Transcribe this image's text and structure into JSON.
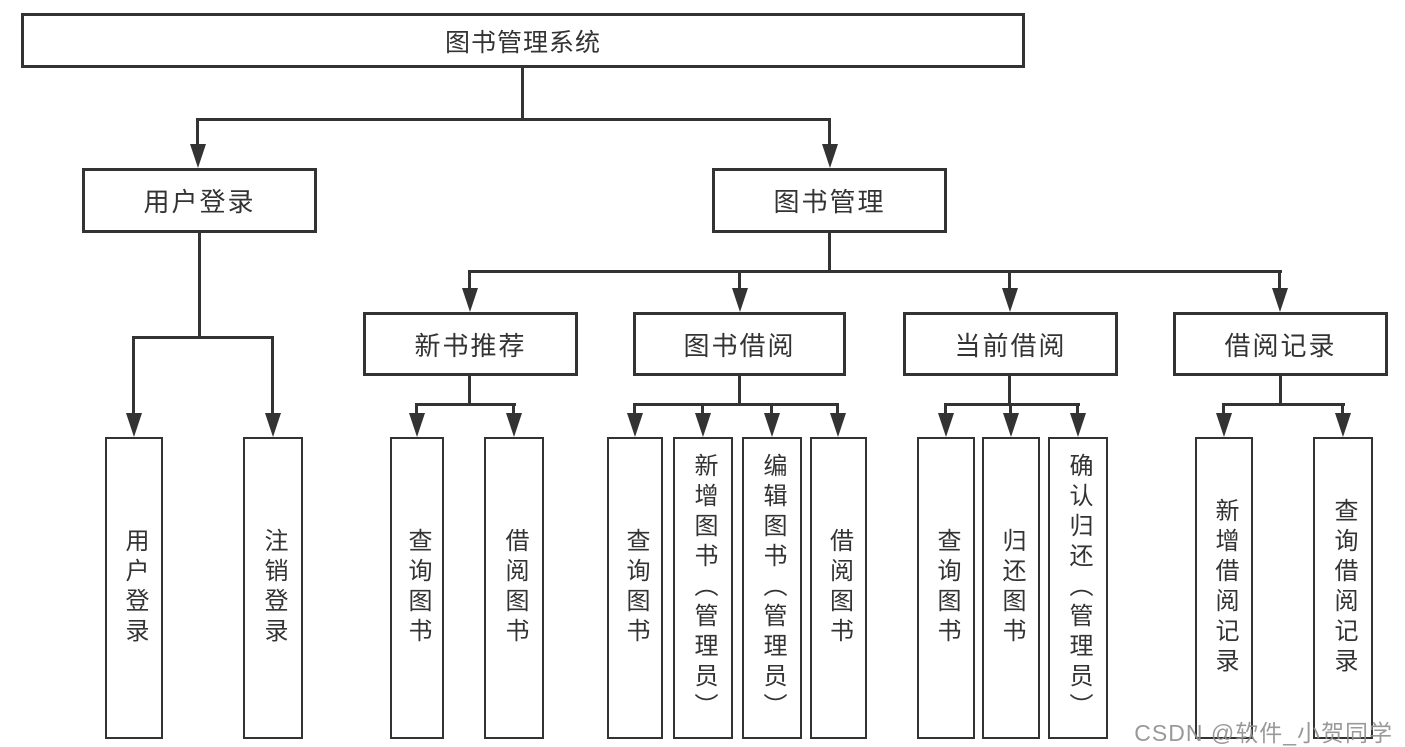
{
  "tree": {
    "label": "图书管理系统",
    "children": [
      {
        "label": "用户登录",
        "children": [
          {
            "label": "用户登录"
          },
          {
            "label": "注销登录"
          }
        ]
      },
      {
        "label": "图书管理",
        "children": [
          {
            "label": "新书推荐",
            "children": [
              {
                "label": "查询图书"
              },
              {
                "label": "借阅图书"
              }
            ]
          },
          {
            "label": "图书借阅",
            "children": [
              {
                "label": "查询图书"
              },
              {
                "label": "新增图书（管理员）"
              },
              {
                "label": "编辑图书（管理员）"
              },
              {
                "label": "借阅图书"
              }
            ]
          },
          {
            "label": "当前借阅",
            "children": [
              {
                "label": "查询图书"
              },
              {
                "label": "归还图书"
              },
              {
                "label": "确认归还（管理员）"
              }
            ]
          },
          {
            "label": "借阅记录",
            "children": [
              {
                "label": "新增借阅记录"
              },
              {
                "label": "查询借阅记录"
              }
            ]
          }
        ]
      }
    ]
  },
  "watermark": {
    "text": "CSDN @软件_小贺同学"
  },
  "colors": {
    "line": "#333333",
    "background": "#ffffff",
    "watermark": "#8f8f8f"
  }
}
